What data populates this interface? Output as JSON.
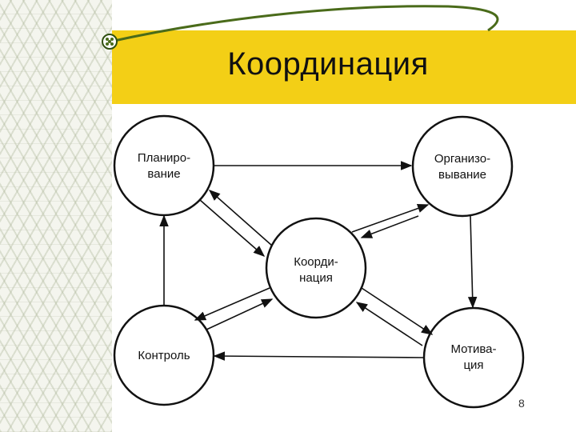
{
  "slide": {
    "title": "Координация",
    "page_number": "8"
  },
  "diagram": {
    "nodes": [
      {
        "id": "planning",
        "lines": [
          "Планиро-",
          "вание"
        ]
      },
      {
        "id": "organizing",
        "lines": [
          "Организо-",
          "вывание"
        ]
      },
      {
        "id": "coordination",
        "lines": [
          "Коорди-",
          "нация"
        ]
      },
      {
        "id": "control",
        "lines": [
          "Контроль"
        ]
      },
      {
        "id": "motivation",
        "lines": [
          "Мотива-",
          "ция"
        ]
      }
    ]
  },
  "colors": {
    "title_bar": "#f3cf16",
    "accent_curve": "#4a6b1a",
    "ink": "#111111"
  }
}
